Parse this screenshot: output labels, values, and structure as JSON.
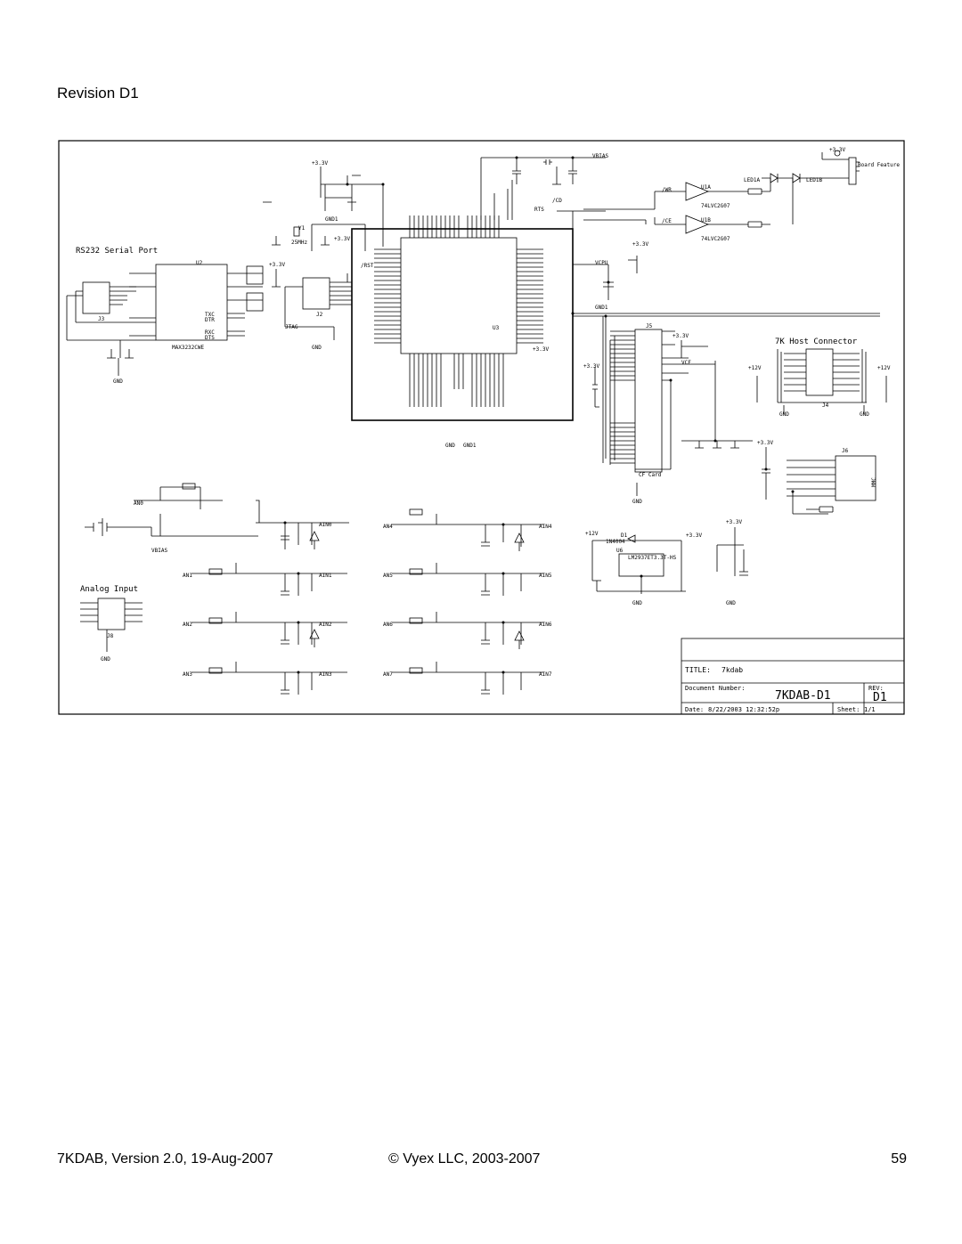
{
  "heading": "Revision D1",
  "schematic": {
    "sections": {
      "rs232": "RS232 Serial Port",
      "analog": "Analog Input",
      "host": "7K Host Connector",
      "cf": "CF Card"
    },
    "parts": {
      "u2": "U2",
      "u2_part": "MAX3232CWE",
      "u3": "U3",
      "j2": "J2",
      "j3": "J3",
      "j4": "J4",
      "j5": "J5",
      "j6": "J6",
      "j8": "J8",
      "jtag": "JTAG",
      "y1": "Y1",
      "y1_val": "25MHz",
      "u1a": "U1A",
      "u1b": "U1B",
      "u1_part": "74LVC2G07",
      "led1a": "LED1A",
      "led1b": "LED1B",
      "u6": "U6",
      "u6_part": "LM2937ET3.3T-HS",
      "d1": "D1",
      "d1_part": "1N4004",
      "mmc": "MMC",
      "board_feature": "Board Feature"
    },
    "nets": {
      "v33": "+3.3V",
      "v12": "+12V",
      "gnd": "GND",
      "gnd1": "GND1",
      "vbias": "VBIAS",
      "vcpu": "VCPU",
      "vcf": "VCF",
      "wr": "/WR",
      "ce": "/CE",
      "cd": "/CD",
      "rts": "RTS",
      "rst": "/RST",
      "txc": "TXC",
      "rxc": "RXC",
      "dtr": "DTR",
      "dts": "DTS"
    },
    "analog_inputs": [
      "AIN0",
      "AIN1",
      "AIN2",
      "AIN3",
      "AIN4",
      "AIN5",
      "AIN6",
      "AIN7"
    ],
    "analog_channels": [
      "AN0",
      "AN1",
      "AN2",
      "AN3",
      "AN4",
      "AN5",
      "AN6",
      "AN7"
    ],
    "title_block": {
      "title_label": "TITLE:",
      "title_value": "7kdab",
      "docnum_label": "Document Number:",
      "docnum_value": "7KDAB-D1",
      "rev_label": "REV:",
      "rev_value": "D1",
      "date_label": "Date:",
      "date_value": "8/22/2003 12:32:52p",
      "sheet_label": "Sheet:",
      "sheet_value": "1/1"
    }
  },
  "footer": {
    "left": "7KDAB, Version 2.0, 19-Aug-2007",
    "center": "© Vyex LLC, 2003-2007",
    "right": "59"
  }
}
